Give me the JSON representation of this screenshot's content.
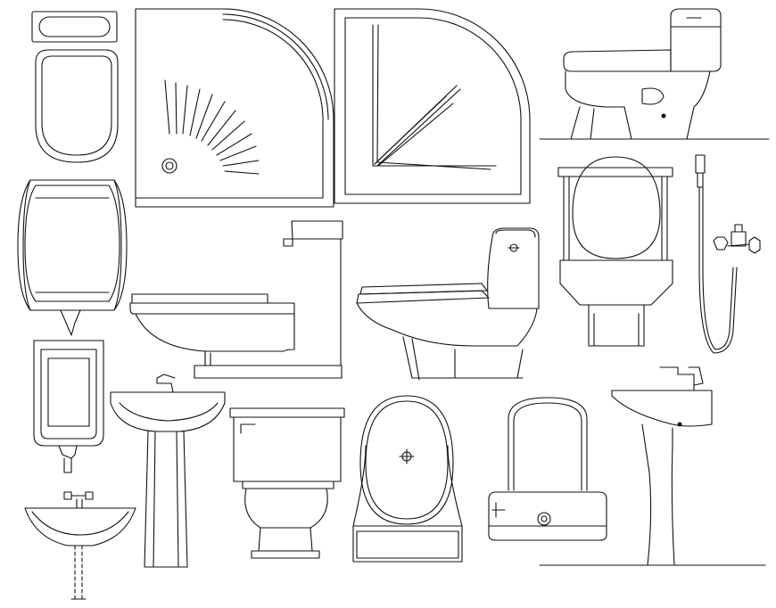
{
  "drawing": {
    "background": "#ffffff",
    "line_color": "#111111",
    "fixtures": [
      {
        "id": "small-mirror-plan",
        "kind": "plan"
      },
      {
        "id": "toilet-seat-plan",
        "kind": "plan"
      },
      {
        "id": "corner-shower-tray-plan",
        "kind": "plan"
      },
      {
        "id": "corner-shower-plan",
        "kind": "plan"
      },
      {
        "id": "one-piece-toilet-side",
        "kind": "elevation"
      },
      {
        "id": "urinal-front",
        "kind": "elevation"
      },
      {
        "id": "close-coupled-toilet-side",
        "kind": "elevation"
      },
      {
        "id": "modern-toilet-side",
        "kind": "elevation"
      },
      {
        "id": "toilet-front-elevation",
        "kind": "elevation"
      },
      {
        "id": "hand-shower",
        "kind": "elevation"
      },
      {
        "id": "small-urinal-front",
        "kind": "elevation"
      },
      {
        "id": "pedestal-basin-front",
        "kind": "elevation"
      },
      {
        "id": "toilet-tank-front",
        "kind": "elevation"
      },
      {
        "id": "oval-toilet-plan",
        "kind": "plan"
      },
      {
        "id": "toilet-seat-tank-front",
        "kind": "elevation"
      },
      {
        "id": "pedestal-basin-side",
        "kind": "elevation"
      },
      {
        "id": "wall-basin-front",
        "kind": "elevation"
      }
    ]
  }
}
